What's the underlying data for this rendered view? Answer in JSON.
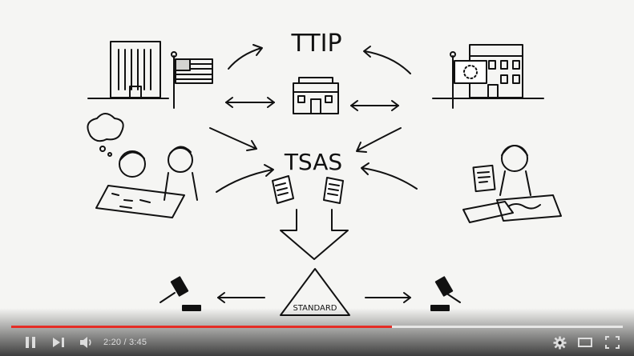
{
  "video": {
    "title_top": "TTIP",
    "title_middle": "TSAS",
    "standard_label": "STANDARD"
  },
  "player": {
    "current_time": "2:20",
    "duration": "3:45",
    "time_display": "2:20 / 3:45",
    "progress_fraction": 0.622,
    "buffered_fraction": 1.0,
    "progress_color": "#e52d27",
    "icons": {
      "play_pause": "pause-icon",
      "next": "next-icon",
      "volume": "volume-icon",
      "settings": "gear-icon",
      "theater": "theater-mode-icon",
      "fullscreen": "fullscreen-icon"
    }
  }
}
